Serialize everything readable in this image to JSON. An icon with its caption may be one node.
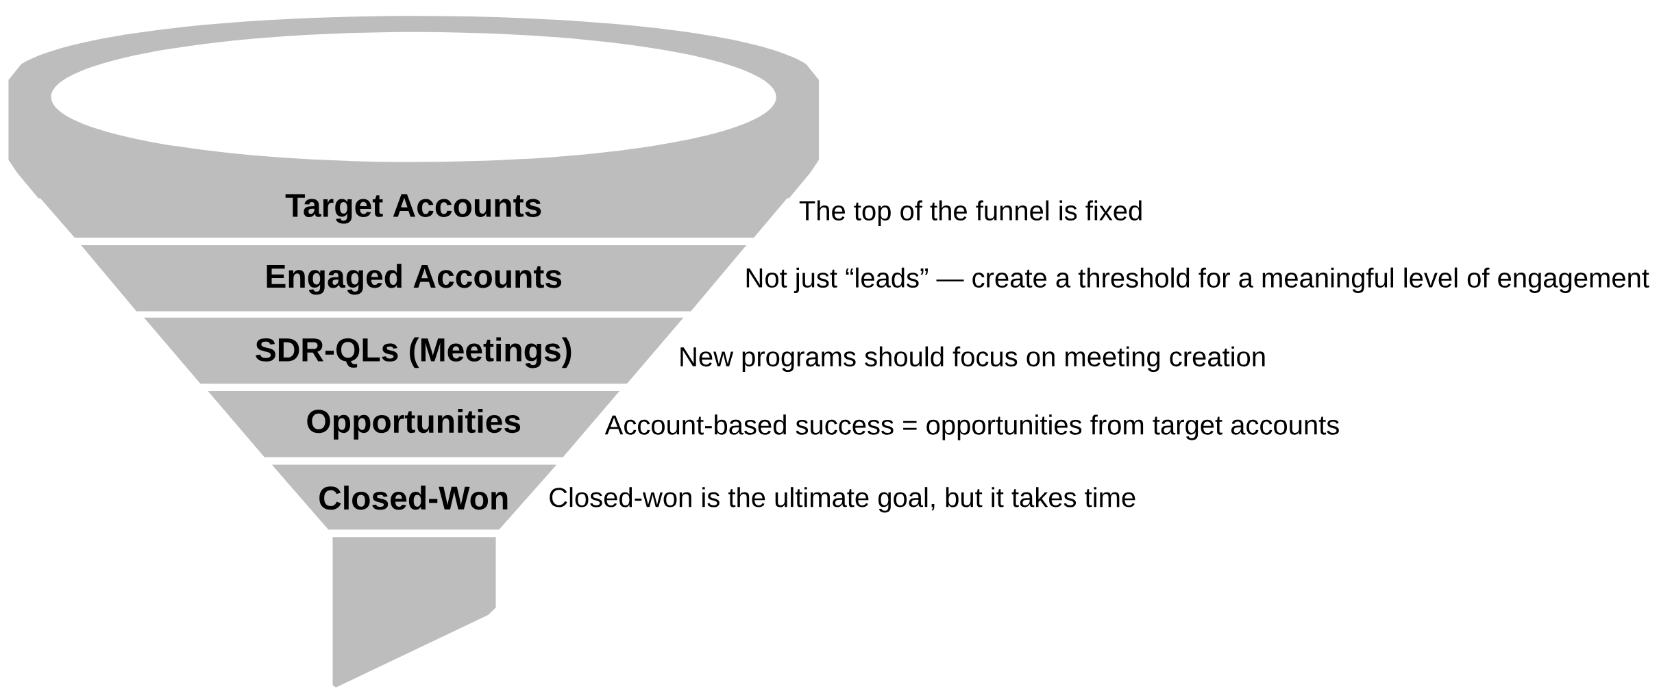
{
  "diagram": {
    "nodes": [
      {
        "text": [
          "Target Accounts"
        ],
        "beside": [
          "The top of the funnel is fixed"
        ]
      },
      {
        "text": [
          "Engaged Accounts"
        ],
        "beside": [
          "Not just “leads” — create a threshold for a meaningful level of engagement"
        ]
      },
      {
        "text": [
          "SDR-QLs (Meetings)"
        ],
        "beside": [
          "New programs should focus on meeting creation"
        ]
      },
      {
        "text": [
          "Opportunities"
        ],
        "beside": [
          "Account-based success = opportunities from target accounts"
        ]
      },
      {
        "text": [
          "Closed-Won"
        ],
        "beside": [
          "Closed-won is the ultimate goal, but it takes time"
        ]
      }
    ]
  }
}
